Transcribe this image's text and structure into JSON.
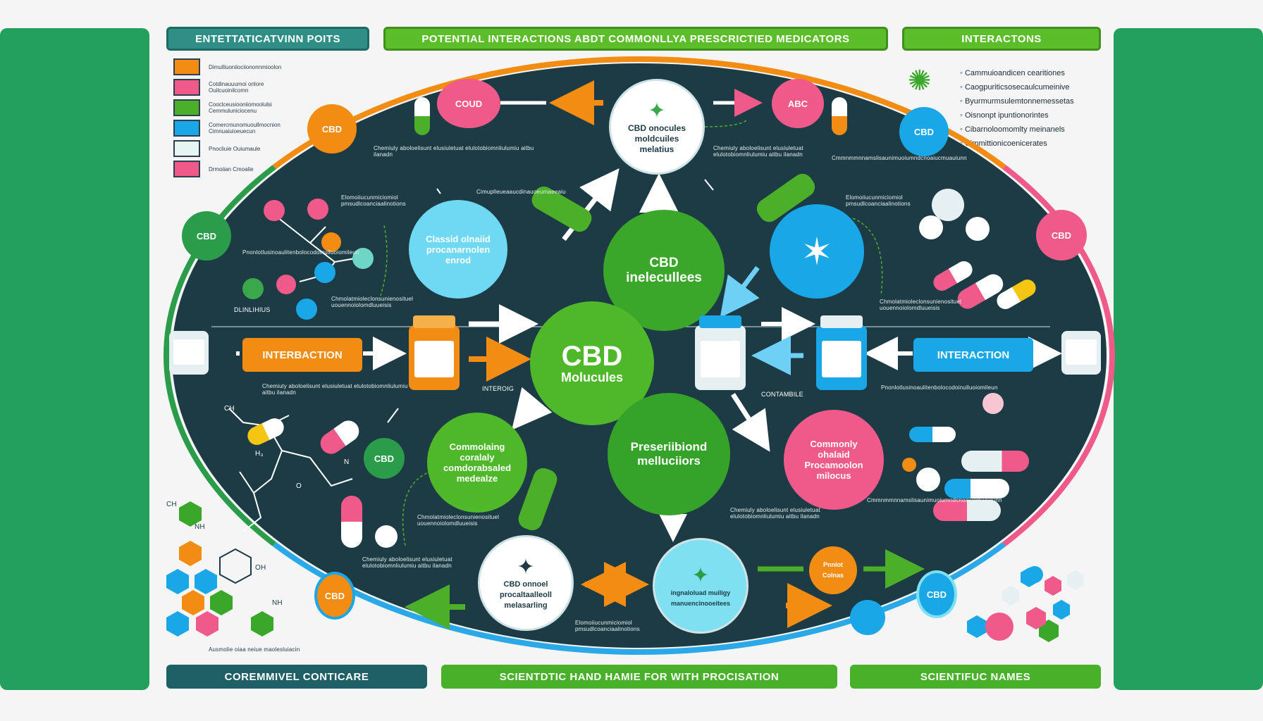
{
  "banners": {
    "top_left": "ENTETTATICATVINN POITS",
    "top_center": "POTENTIAL INTERACTIONS ABDT COMMONLLYA PRESCRICTIED MEDICATORS",
    "top_right": "INTERACTONS",
    "bottom_left": "COREMMIVEL CONTICARE",
    "bottom_center": "SCIENTDTIC HAND HAMIE FOR WITH PROCISATION",
    "bottom_right": "SCIENTIFUC NAMES"
  },
  "nodes": {
    "cbd_center_title": "CBD",
    "cbd_center_sub": "Molucules",
    "cbd_ineleculees": "CBD inelecullees",
    "cbd_top": "CBD onocules moldcuiles melatius",
    "prescribed": "Preseriibiond melluciiors",
    "classic": "Classid olnaiid procanarnolen enrod",
    "commonly_left": "Commolaing coralaly comdorabsaled medealze",
    "commonly_right": "Commonly ohalaid Procamoolon milocus",
    "cbd_bottom_left": "CBD onnoel procaltaalleoll melasarling",
    "bottom_mid": "ingnaloluad muiligy manuencinooeitees",
    "cbd_left_orange": "CBD",
    "cbd_left_green": "CBD",
    "cbd_left_lower": "CBD",
    "cbd_right_blue": "CBD",
    "cbd_right_pink": "CBD",
    "cbd_bottom_orange": "CBD",
    "cbd_bottom_blue": "CBD",
    "coud_pill": "COUD",
    "abc_pill": "ABC",
    "pinkish_small": "Pnnlot Colnas"
  },
  "buttons": {
    "interaction_left": "INTERBACTION",
    "interaction_right": "INTERACTION"
  },
  "interactions_list": [
    "Cammuioandicen cearitiones",
    "Caogpuriticsosecaulcumeinive",
    "Byurmurmsulemtonnemessetas",
    "Oisnonpt ipuntionorintes",
    "Cibarnoloomomlty meinanels",
    "Cimmittionicoenicerates"
  ],
  "legend": [
    {
      "color": "#f28c13",
      "text": "Dimulliuoniiociiononnmioolon"
    },
    {
      "color": "#f05a8a",
      "text": "Cotdinauuumoi onlore Ouilcuoinilcomn"
    },
    {
      "color": "#4caf2a",
      "text": "Cooclceusiooniiomoolulsi Cemmuluniciocenu"
    },
    {
      "color": "#1aa7e8",
      "text": "Comercmunomuoullmocnion Cimnuaiuioeuecun"
    },
    {
      "color": "#e6f6f3",
      "text": "Pnocliuie Ouiumaule"
    },
    {
      "color": "#f05a8a",
      "text": "Drmoiian Cmoalie"
    }
  ],
  "chem_labels": {
    "ch": "CH",
    "h3": "H₃",
    "oh": "OH",
    "nh": "NH",
    "n": "N",
    "o": "O"
  },
  "captions": {
    "c1": "Chemiuly aboloelisunt elusiuletuat elulotobiomnliulumiu aitbu ilanadn",
    "c2": "Cimuplleueaaucdinauoeumaeeaiu",
    "c3": "Elomoiiucunmiciomiol pmsudlcoanciaalinotions",
    "c4": "Pnonlotlusinoaulitenbolocodoinulluoiomileun",
    "c5": "Chmolatmioleclonsunienosituel uouennoiolomdluueisis",
    "c6": "Cmmnmmnnamslisaunimuoiumndcnoaiucmuauiunn",
    "c7": "Ausmolie oiaa neiue maolesluiacin",
    "c8": "CONTAMBILE",
    "c9": "INTEROIG",
    "c10": "DLINLIHIUS"
  }
}
